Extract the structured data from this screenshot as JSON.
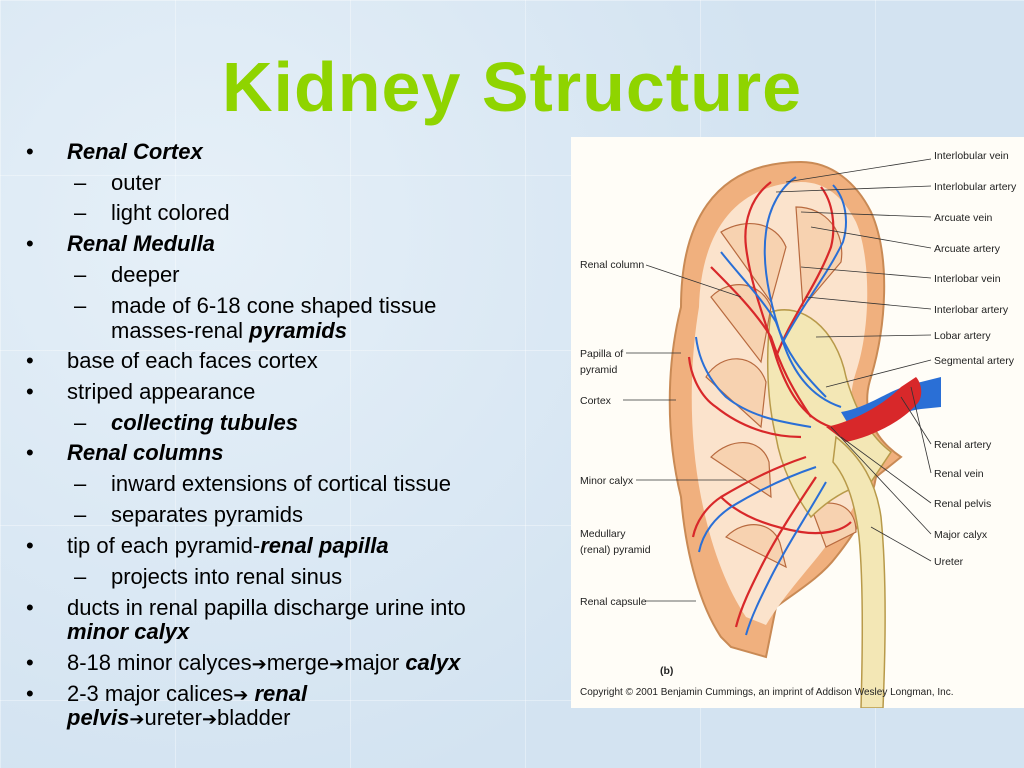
{
  "title": "Kidney Structure",
  "bullets": {
    "renal_cortex": "Renal Cortex",
    "outer": "outer",
    "light_colored": "light colored",
    "renal_medulla": "Renal Medulla",
    "deeper": "deeper",
    "cone_line1": "made of 6-18 cone shaped tissue",
    "cone_line2_a": "masses-renal ",
    "cone_line2_b": "pyramids",
    "base": "base of each faces cortex",
    "striped": "striped appearance",
    "collecting": "collecting tubules",
    "renal_columns": "Renal columns",
    "inward": "inward extensions of cortical tissue",
    "separates": "separates pyramids",
    "tip_a": "tip of each pyramid-",
    "tip_b": "renal papilla",
    "projects": "projects into renal sinus",
    "ducts_line1": "ducts in renal papilla discharge urine into",
    "ducts_line2": "minor calyx",
    "minor_a": "8-18 minor calyces",
    "minor_b": "merge",
    "minor_c": "major ",
    "minor_d": "calyx",
    "major_a": "2-3 major calices",
    "major_b": " renal",
    "major_c": "pelvis",
    "major_d": "ureter",
    "major_e": "bladder",
    "bullet_char": "•",
    "dash_char": "–",
    "arrow_char": "➔"
  },
  "figure": {
    "labels_right": [
      "Interlobular vein",
      "Interlobular artery",
      "Arcuate vein",
      "Arcuate artery",
      "Interlobar vein",
      "Interlobar artery",
      "Lobar artery",
      "Segmental artery",
      "Renal artery",
      "Renal vein",
      "Renal pelvis",
      "Major calyx",
      "Ureter"
    ],
    "labels_left": {
      "renal_column": "Renal column",
      "papilla_1": "Papilla of",
      "papilla_2": "pyramid",
      "cortex": "Cortex",
      "minor_calyx": "Minor calyx",
      "medullary_1": "Medullary",
      "medullary_2": "(renal) pyramid",
      "renal_capsule": "Renal capsule"
    },
    "panel": "(b)",
    "copyright": "Copyright © 2001 Benjamin Cummings, an imprint of Addison Wesley Longman, Inc."
  },
  "colors": {
    "title": "#8fd400",
    "artery": "#d8282a",
    "vein": "#2a6fd6",
    "cortex": "#f2b98a"
  }
}
